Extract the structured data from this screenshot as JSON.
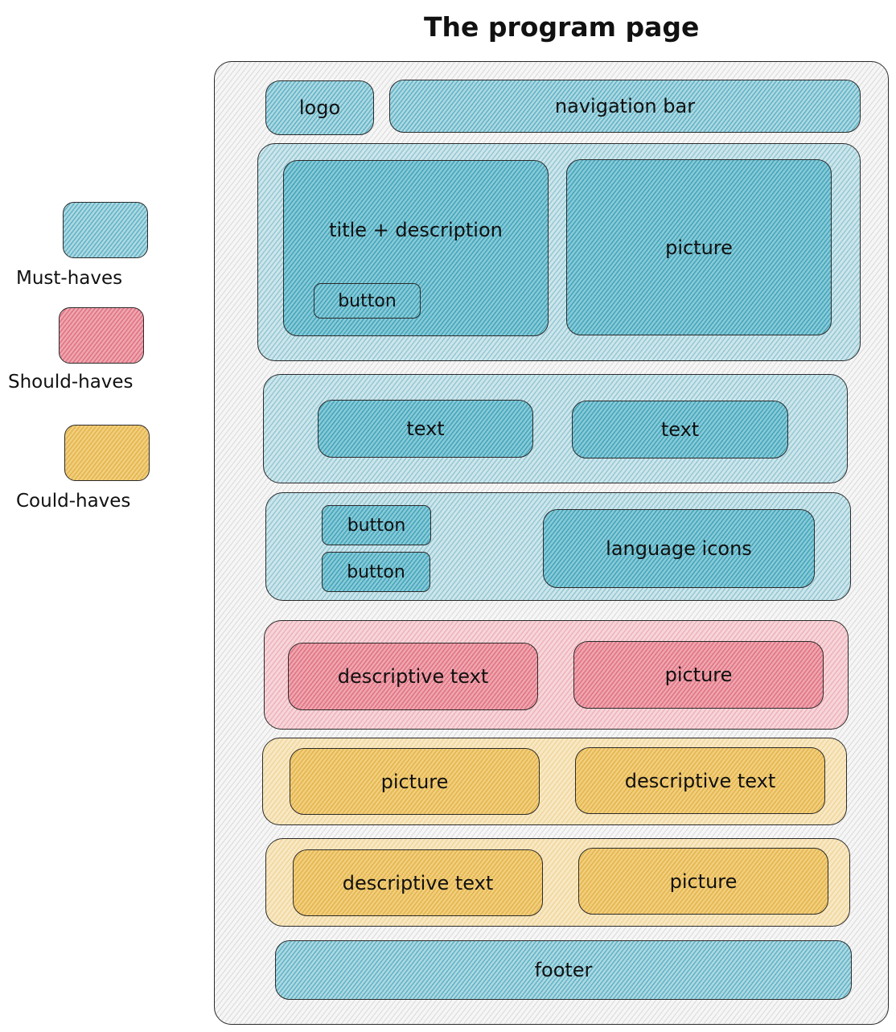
{
  "title": "The program page",
  "legend": {
    "must_label": "Must-haves",
    "should_label": "Should-haves",
    "could_label": "Could-haves"
  },
  "header": {
    "logo": "logo",
    "nav": "navigation bar"
  },
  "hero": {
    "title_desc": "title + description",
    "button": "button",
    "picture": "picture"
  },
  "text_row": {
    "text_1": "text",
    "text_2": "text"
  },
  "buttons_row": {
    "button_1": "button",
    "button_2": "button",
    "language_icons": "language icons"
  },
  "should_row": {
    "descriptive_text": "descriptive text",
    "picture": "picture"
  },
  "could_row_1": {
    "picture": "picture",
    "descriptive_text": "descriptive text"
  },
  "could_row_2": {
    "descriptive_text": "descriptive text",
    "picture": "picture"
  },
  "footer": "footer",
  "colors": {
    "must": "#aed9e3",
    "should": "#eea7b0",
    "could": "#f2cf7e"
  }
}
